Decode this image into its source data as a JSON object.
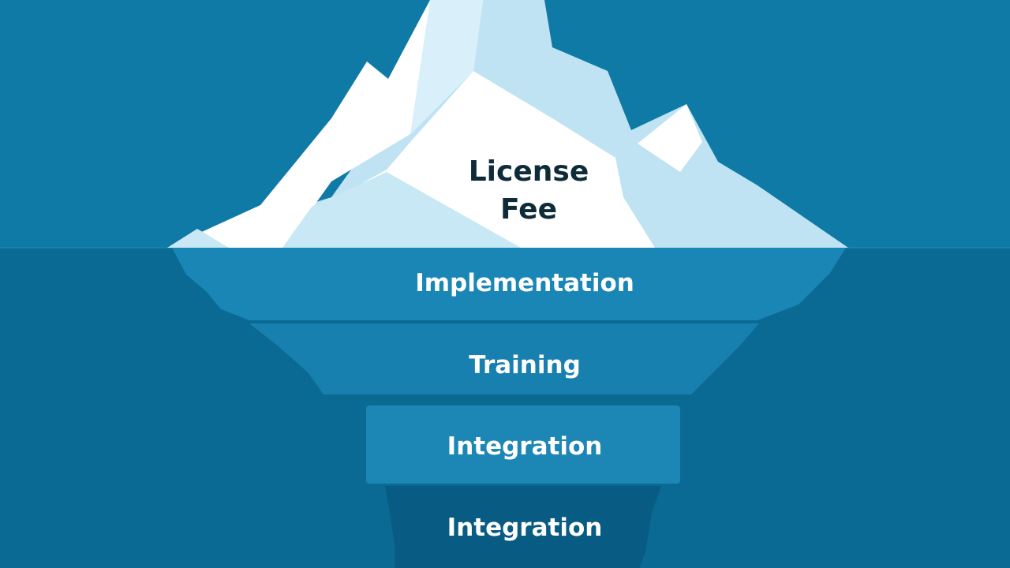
{
  "tip": {
    "lines": [
      "License",
      "Fee"
    ]
  },
  "layers": [
    {
      "label": "Implementation"
    },
    {
      "label": "Training"
    },
    {
      "label": "Integration"
    },
    {
      "label": "Integration"
    }
  ],
  "colors": {
    "sky": "#0f7aa6",
    "sea": "#0a6a94",
    "ice_light": "#ffffff",
    "ice_shadow": "#bfe3f3",
    "layer_1": "#1a86b6",
    "layer_2": "#1780ae",
    "layer_3": "#1c87b5",
    "layer_4": "#085b82",
    "tip_text": "#0e2b3a",
    "layer_text": "#ffffff"
  }
}
